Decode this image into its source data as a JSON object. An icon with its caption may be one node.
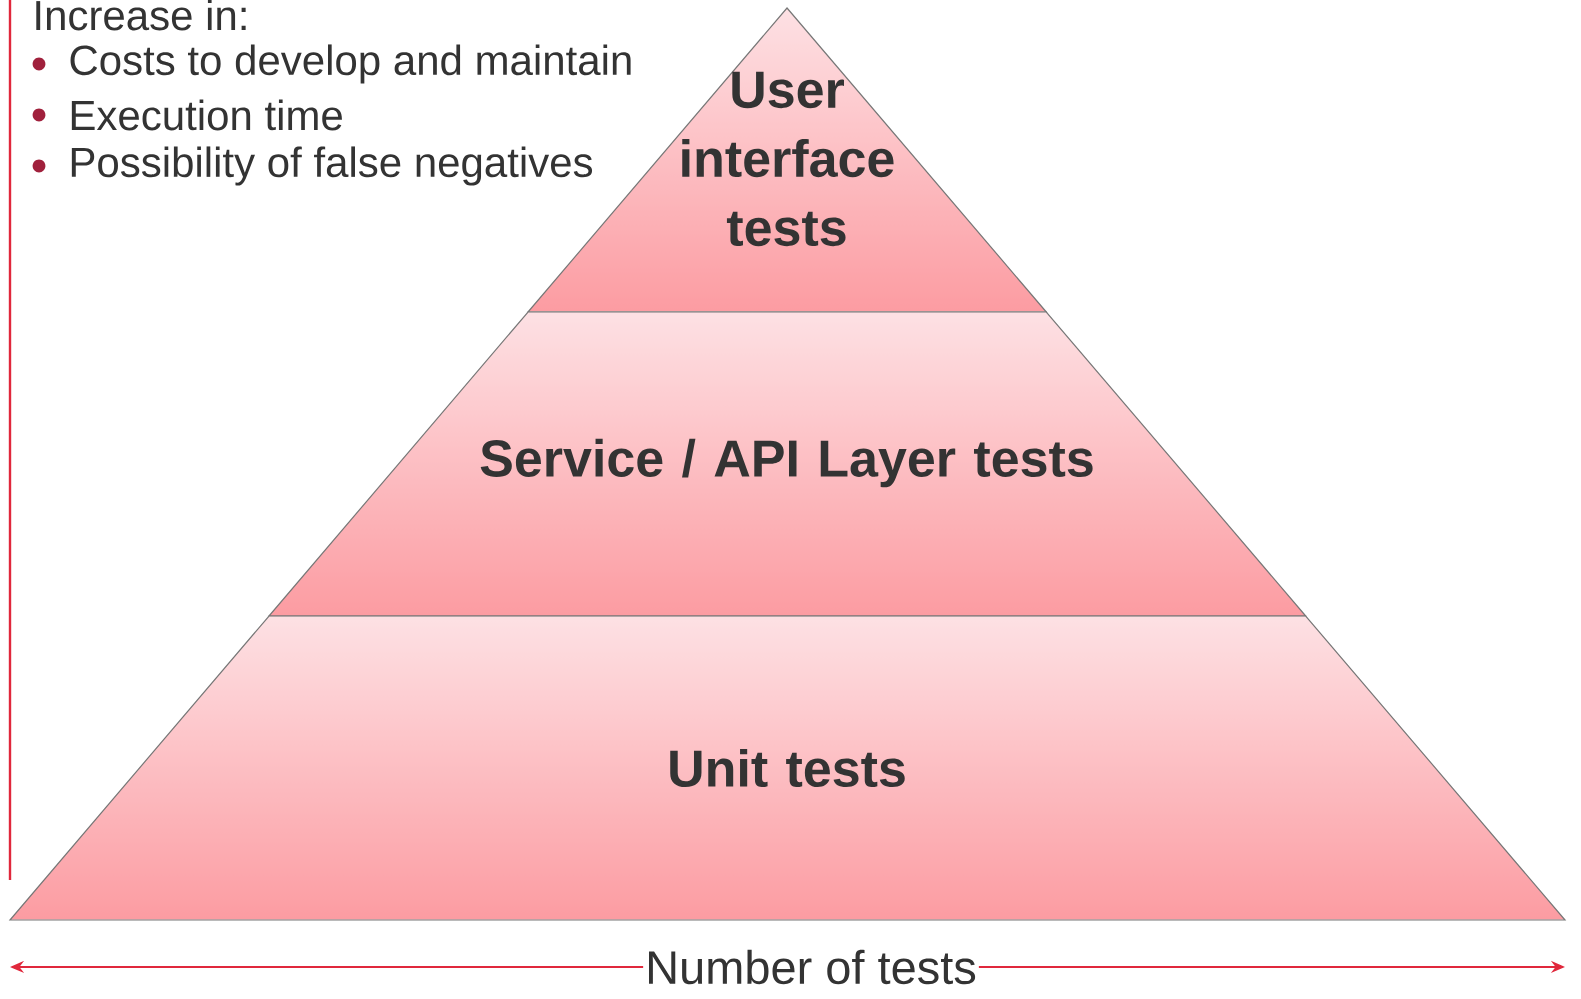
{
  "diagram": {
    "nodes": [
      {
        "text": [
          "User interface tests"
        ]
      },
      {
        "text": [
          "Service / API Layer tests"
        ]
      },
      {
        "text": [
          "Unit tests"
        ]
      }
    ],
    "labels": [
      "Increase in:",
      "Costs to develop and maintain",
      "Execution time",
      "Possibility of false negatives",
      "Number of tests"
    ]
  }
}
